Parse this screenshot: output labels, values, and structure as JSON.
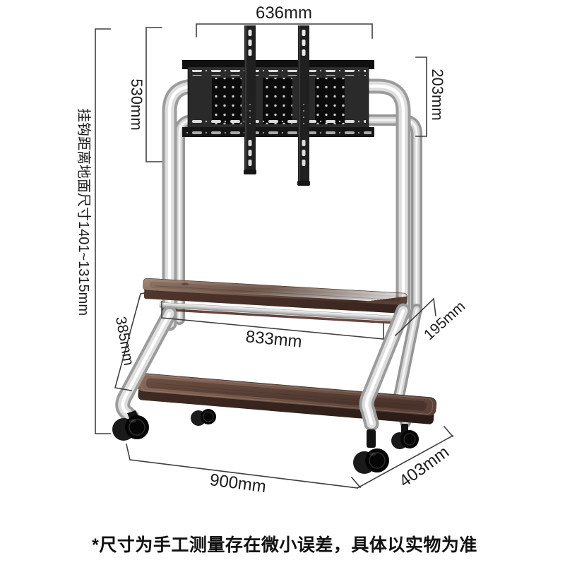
{
  "dimensions": {
    "mount_width": "636mm",
    "mount_top_height": "530mm",
    "hook_drop": "203mm",
    "hook_to_floor": "挂钩距离地面尺寸1401~1315mm",
    "shelf_to_base": "385mm",
    "shelf_width": "833mm",
    "shelf_depth": "195mm",
    "base_width": "900mm",
    "base_depth": "403mm"
  },
  "note": "*尺寸为手工测量存在微小误差，具体以实物为准",
  "colors": {
    "chrome_frame": "#d9d9d9",
    "walnut_shelf": "#5d4338",
    "mount_bracket": "#1e1e1e",
    "dimension_lines": "#3f3f3f",
    "background": "#ffffff"
  }
}
